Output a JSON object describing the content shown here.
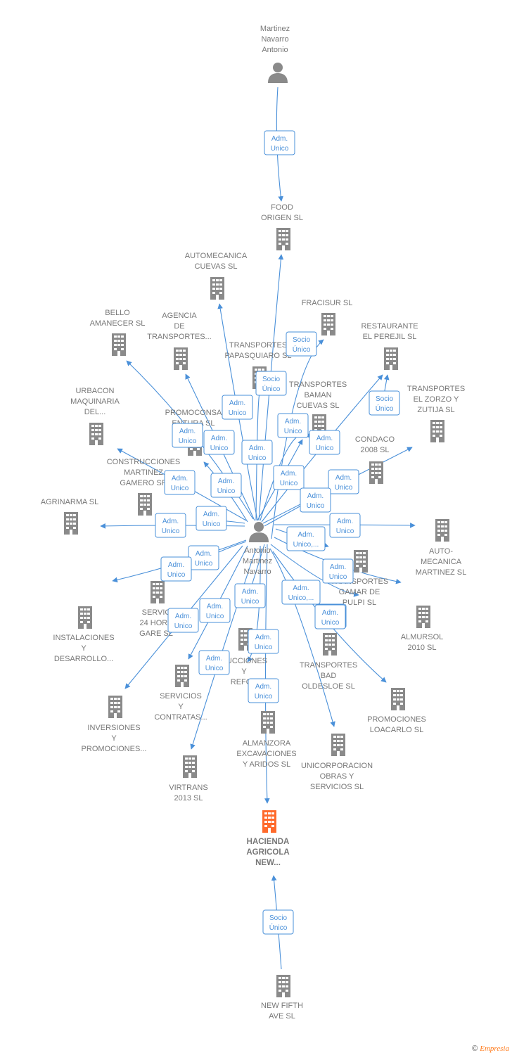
{
  "colors": {
    "edge": "#4a90d9",
    "company": "#8a8a8a",
    "focus_company": "#ff6a2b",
    "person": "#8a8a8a"
  },
  "nodes": [
    {
      "id": "mna",
      "type": "person",
      "label": [
        "Martinez",
        "Navarro",
        "Antonio"
      ]
    },
    {
      "id": "amn",
      "type": "person",
      "label": [
        "Antonio",
        "Martinez",
        "Navarro"
      ]
    },
    {
      "id": "food",
      "type": "company",
      "label": [
        "FOOD",
        "ORIGEN  SL"
      ]
    },
    {
      "id": "autocue",
      "type": "company",
      "label": [
        "AUTOMECANICA",
        "CUEVAS SL"
      ]
    },
    {
      "id": "fracisur",
      "type": "company",
      "label": [
        "FRACISUR SL"
      ]
    },
    {
      "id": "bello",
      "type": "company",
      "label": [
        "BELLO",
        "AMANECER SL"
      ]
    },
    {
      "id": "agencia",
      "type": "company",
      "label": [
        "AGENCIA",
        "DE",
        "TRANSPORTES..."
      ]
    },
    {
      "id": "papasq",
      "type": "company",
      "label": [
        "TRANSPORTES",
        "PAPASQUIARO SL"
      ]
    },
    {
      "id": "restaurante",
      "type": "company",
      "label": [
        "RESTAURANTE",
        "EL PEREJIL  SL"
      ]
    },
    {
      "id": "baman",
      "type": "company",
      "label": [
        "TRANSPORTES",
        "BAMAN",
        "CUEVAS SL"
      ]
    },
    {
      "id": "zorzo",
      "type": "company",
      "label": [
        "TRANSPORTES",
        "EL ZORZO Y",
        "ZUTIJA SL"
      ]
    },
    {
      "id": "urbacon",
      "type": "company",
      "label": [
        "URBACON",
        "MAQUINARIA",
        "DEL..."
      ]
    },
    {
      "id": "promocon",
      "type": "company",
      "label": [
        "PROMOCONSA",
        "ENTURA SL"
      ]
    },
    {
      "id": "condaco",
      "type": "company",
      "label": [
        "CONDACO",
        "2008 SL"
      ]
    },
    {
      "id": "construc",
      "type": "company",
      "label": [
        "CONSTRUCCIONES",
        "MARTINEZ",
        "GAMERO SR"
      ]
    },
    {
      "id": "agrinarma",
      "type": "company",
      "label": [
        "AGRINARMA SL"
      ]
    },
    {
      "id": "automart",
      "type": "company",
      "label": [
        "AUTO-",
        "MECANICA",
        "MARTINEZ SL"
      ]
    },
    {
      "id": "gamar",
      "type": "company",
      "label": [
        "TRANSPORTES",
        "GAMAR DE",
        "PULPI SL"
      ]
    },
    {
      "id": "servic24",
      "type": "company",
      "label": [
        "SERVIC",
        "24 HORA",
        "GARE SL"
      ]
    },
    {
      "id": "instal",
      "type": "company",
      "label": [
        "INSTALACIONES",
        "Y",
        "DESARROLLO..."
      ]
    },
    {
      "id": "almursol",
      "type": "company",
      "label": [
        "ALMURSOL",
        "2010 SL"
      ]
    },
    {
      "id": "reformas",
      "type": "company",
      "label": [
        "RUCCIONES",
        "Y",
        "REFOR"
      ]
    },
    {
      "id": "badold",
      "type": "company",
      "label": [
        "TRANSPORTES",
        "BAD",
        "OLDESLOE SL"
      ]
    },
    {
      "id": "servcon",
      "type": "company",
      "label": [
        "SERVICIOS",
        "Y",
        "CONTRATAS..."
      ]
    },
    {
      "id": "invers",
      "type": "company",
      "label": [
        "INVERSIONES",
        "Y",
        "PROMOCIONES..."
      ]
    },
    {
      "id": "promloa",
      "type": "company",
      "label": [
        "PROMOCIONES",
        "LOACARLO SL"
      ]
    },
    {
      "id": "almanzora",
      "type": "company",
      "label": [
        "ALMANZORA",
        "EXCAVACIONES",
        "Y ARIDOS SL"
      ]
    },
    {
      "id": "unicorp",
      "type": "company",
      "label": [
        "UNICORPORACION",
        "OBRAS Y",
        "SERVICIOS SL"
      ]
    },
    {
      "id": "virtrans",
      "type": "company",
      "label": [
        "VIRTRANS",
        "2013 SL"
      ]
    },
    {
      "id": "hacienda",
      "type": "focus",
      "label": [
        "HACIENDA",
        "AGRICOLA",
        "NEW..."
      ]
    },
    {
      "id": "newfifth",
      "type": "company",
      "label": [
        "NEW FIFTH",
        "AVE  SL"
      ]
    }
  ],
  "edge_labels": [
    [
      "Adm.",
      "Unico"
    ],
    [
      "Socio",
      "Único"
    ],
    [
      "Socio",
      "Único"
    ],
    [
      "Socio",
      "Único"
    ],
    [
      "Adm.",
      "Unico"
    ],
    [
      "Adm.",
      "Unico"
    ],
    [
      "Adm.",
      "Unico"
    ],
    [
      "Adm.",
      "Unico"
    ],
    [
      "Adm.",
      "Unico"
    ],
    [
      "Adm.",
      "Unico"
    ],
    [
      "Adm.",
      "Unico"
    ],
    [
      "Adm.",
      "Unico"
    ],
    [
      "Adm.",
      "Unico"
    ],
    [
      "Adm.",
      "Unico"
    ],
    [
      "Adm.",
      "Unico"
    ],
    [
      "Adm.",
      "Unico"
    ],
    [
      "Adm.",
      "Unico"
    ],
    [
      "Adm.",
      "Unico"
    ],
    [
      "Adm.",
      "Unico"
    ],
    [
      "Adm.",
      "Unico,..."
    ],
    [
      "Adm.",
      "Unico"
    ],
    [
      "Adm.",
      "Unico"
    ],
    [
      "Adm.",
      "Unico"
    ],
    [
      "Adm.",
      "Unico"
    ],
    [
      "Adm.",
      "Unico"
    ],
    [
      "Adm.",
      "Unico"
    ],
    [
      "Adm.",
      "Unico"
    ],
    [
      "Adm.",
      "Unico"
    ],
    [
      "Adm.",
      "Unico,..."
    ],
    [
      "Adm.",
      "Unico"
    ],
    [
      "Adm.",
      "Unico"
    ],
    [
      "Adm.",
      "Unico"
    ]
  ],
  "credit": {
    "symbol": "©",
    "brand": "Empresia"
  }
}
